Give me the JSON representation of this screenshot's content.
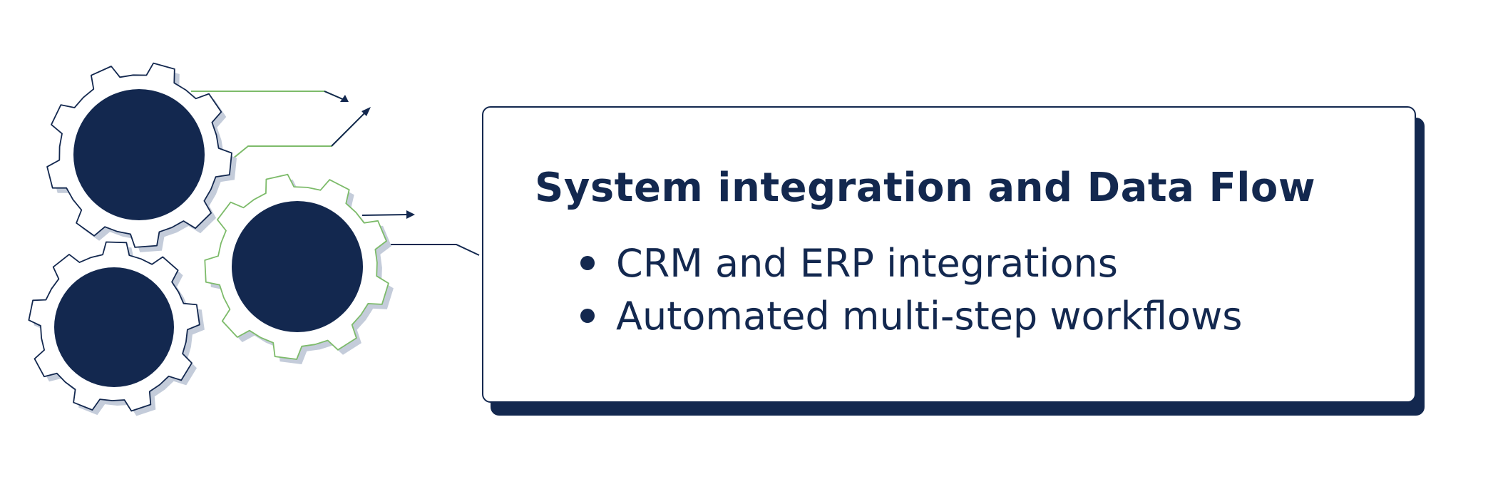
{
  "card": {
    "title": "System integration and Data Flow",
    "bullets": [
      "CRM and ERP integrations",
      "Automated multi-step workflows"
    ]
  },
  "colors": {
    "navy": "#13284f",
    "green_accent": "#7dbb6a",
    "gear_shadow": "#c4ccda",
    "background": "#ffffff"
  },
  "icons": [
    "gear-icon",
    "gear-icon",
    "gear-icon",
    "arrow-icon",
    "arrow-icon",
    "arrow-icon"
  ]
}
